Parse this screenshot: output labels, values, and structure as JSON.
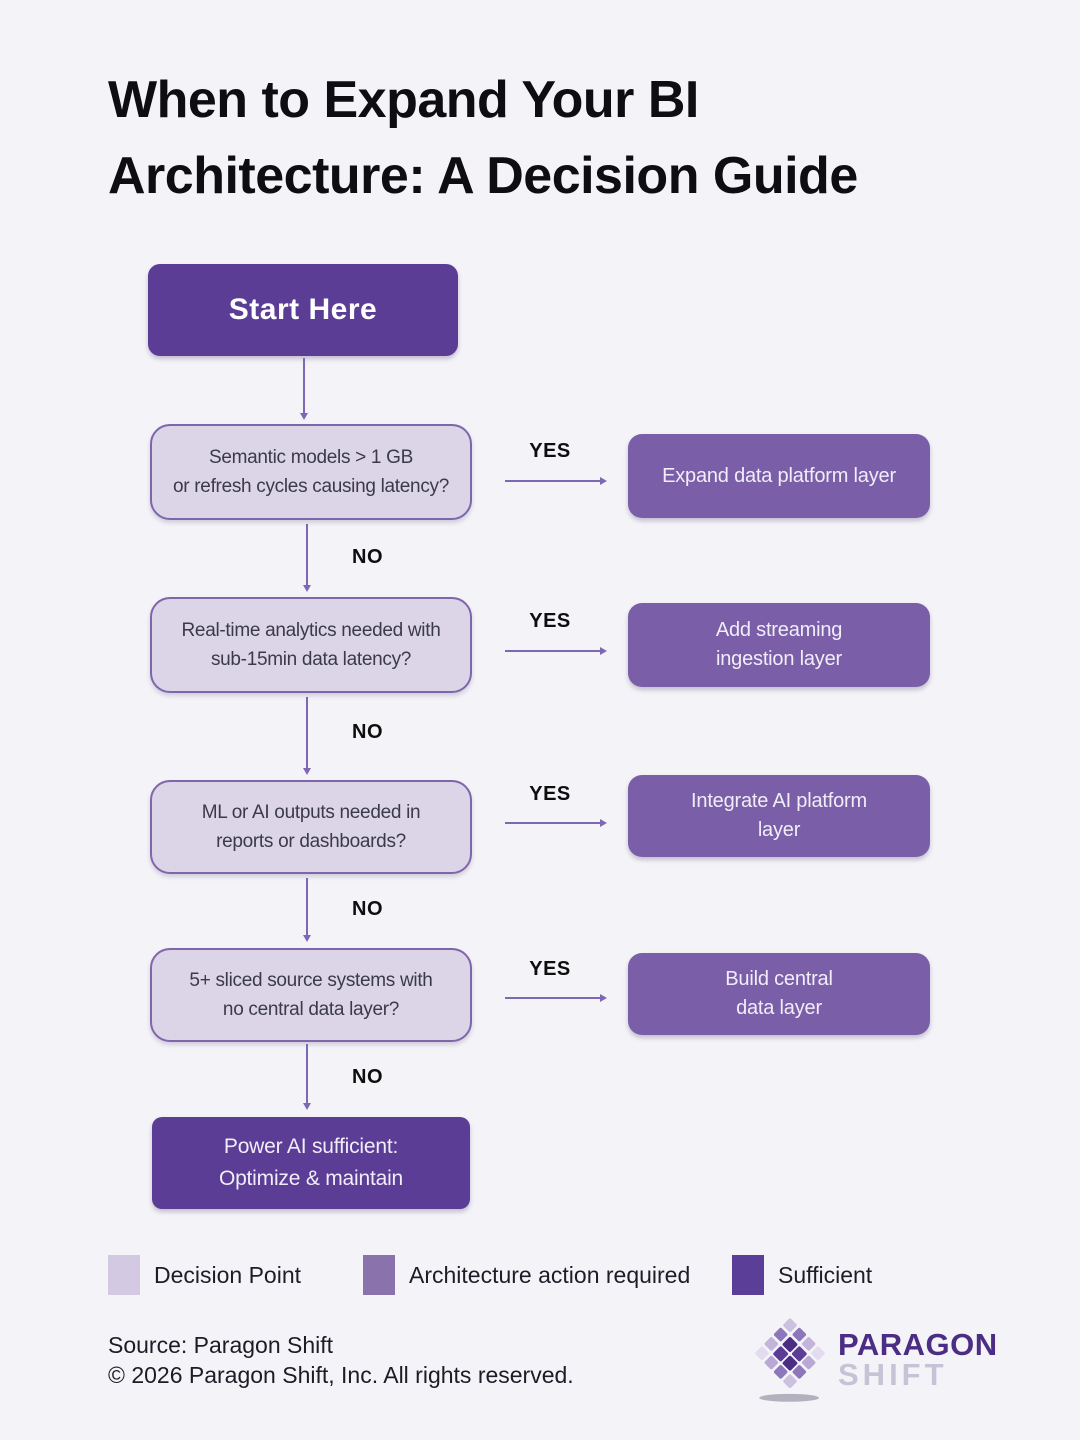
{
  "colors": {
    "background": "#f4f4f8",
    "decision_fill": "#dcd5e8",
    "decision_border": "#7e66ab",
    "action_fill": "#7a5fa8",
    "sufficient_fill": "#5b3d96",
    "arrow": "#7d68b6",
    "brand_dark_purple": "#4b2e83",
    "brand_light_gray": "#c7c2d6"
  },
  "title": {
    "line1": "When to Expand Your BI",
    "line2": "Architecture: A Decision Guide"
  },
  "flowchart": {
    "start_label": "Start Here",
    "yes_label": "YES",
    "no_label": "NO",
    "steps": [
      {
        "question_line1": "Semantic models > 1 GB",
        "question_line2": "or refresh cycles causing latency?",
        "action_line1": "Expand data platform layer",
        "action_line2": ""
      },
      {
        "question_line1": "Real-time analytics needed with",
        "question_line2": "sub-15min data latency?",
        "action_line1": "Add streaming",
        "action_line2": "ingestion layer"
      },
      {
        "question_line1": "ML or AI outputs needed in",
        "question_line2": "reports or dashboards?",
        "action_line1": "Integrate AI platform",
        "action_line2": "layer"
      },
      {
        "question_line1": "5+ sliced source systems with",
        "question_line2": "no central data layer?",
        "action_line1": "Build central",
        "action_line2": "data layer"
      }
    ],
    "terminal": {
      "line1": "Power AI sufficient:",
      "line2": "Optimize & maintain"
    }
  },
  "legend": {
    "items": [
      {
        "label": "Decision Point",
        "color": "#d3c9e3"
      },
      {
        "label": "Architecture action required",
        "color": "#8a73ad"
      },
      {
        "label": "Sufficient",
        "color": "#5b3e97"
      }
    ]
  },
  "footer": {
    "source": "Source: Paragon Shift",
    "copyright": "© 2026 Paragon Shift, Inc. All rights reserved.",
    "brand_name": "PARAGON",
    "brand_sub": "SHIFT"
  }
}
